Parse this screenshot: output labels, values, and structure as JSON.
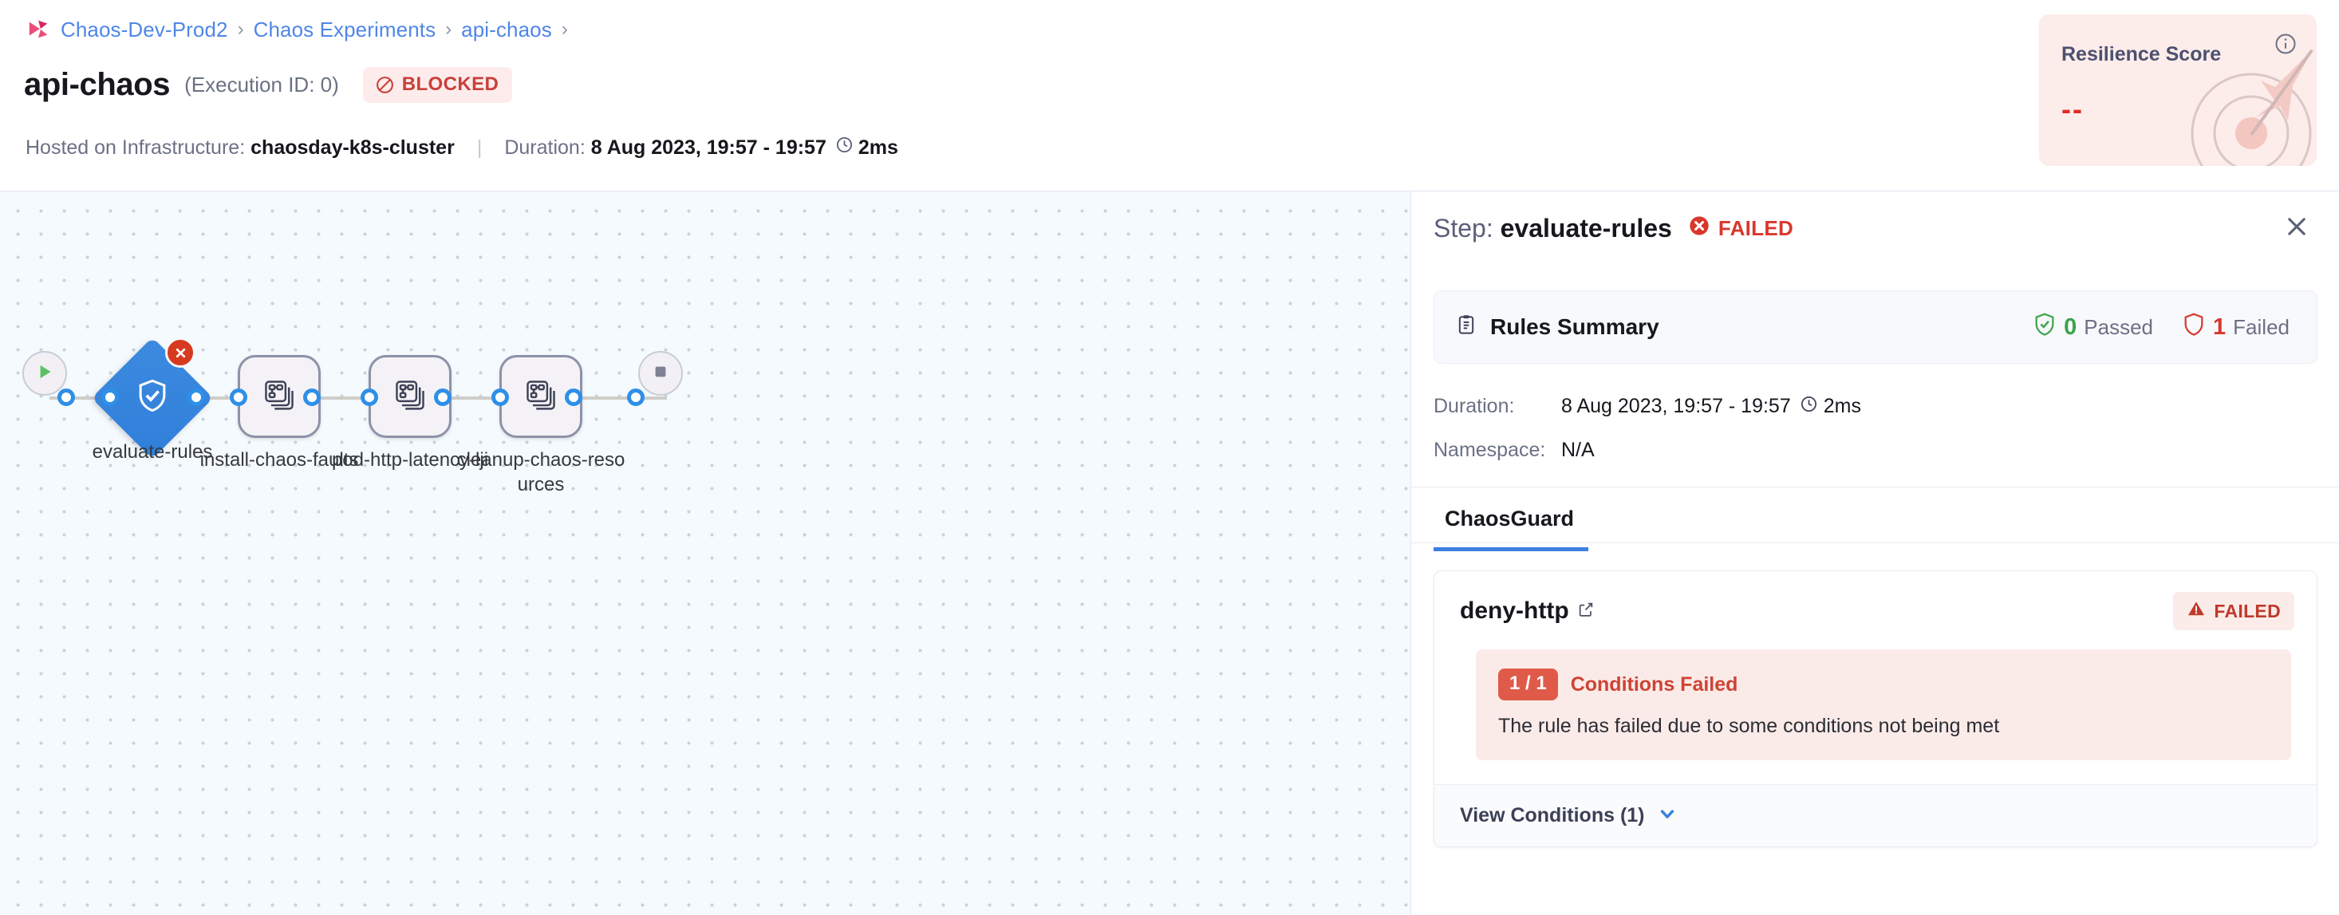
{
  "breadcrumb": {
    "logo_icon": "harness-chaos-logo-icon",
    "items": [
      {
        "label": "Chaos-Dev-Prod2"
      },
      {
        "label": "Chaos Experiments"
      },
      {
        "label": "api-chaos"
      }
    ],
    "separator": "›",
    "trailing_separator": "›"
  },
  "header": {
    "title": "api-chaos",
    "execution_id": "(Execution ID: 0)",
    "status_badge": {
      "label": "BLOCKED",
      "icon": "blocked-icon",
      "color": "#c9403a",
      "bg": "#fdeceb"
    },
    "infrastructure_label": "Hosted on Infrastructure:",
    "infrastructure_value": "chaosday-k8s-cluster",
    "duration_label": "Duration:",
    "duration_value": "8 Aug 2023, 19:57 - 19:57",
    "duration_clock_icon": "clock-icon",
    "duration_elapsed": "2ms"
  },
  "resilience": {
    "title": "Resilience Score",
    "value": "--",
    "info_icon": "info-icon",
    "art_icon": "target-dart-icon",
    "bg": "#fcecea",
    "value_color": "#e02d22"
  },
  "graph": {
    "start_node": {
      "name": "start-node",
      "icon": "play-icon"
    },
    "end_node": {
      "name": "end-node",
      "icon": "stop-icon"
    },
    "nodes": [
      {
        "id": "evaluate-rules",
        "label": "evaluate-rules",
        "type": "chaosguard",
        "icon": "shield-check-icon",
        "status": "failed",
        "status_icon": "error-x-icon",
        "selected": true
      },
      {
        "id": "install-chaos-faults",
        "label": "install-chaos-faults",
        "type": "step",
        "icon": "chaos-fault-icon",
        "status": "not-started"
      },
      {
        "id": "pod-http-latency-lji",
        "label": "pod-http-latency-lji",
        "type": "step",
        "icon": "chaos-fault-icon",
        "status": "not-started"
      },
      {
        "id": "cleanup-chaos-resources",
        "label": "cleanup-chaos-resources",
        "type": "step",
        "icon": "chaos-fault-icon",
        "status": "not-started"
      }
    ]
  },
  "panel": {
    "step_prefix": "Step:",
    "step_name": "evaluate-rules",
    "step_status": "FAILED",
    "step_status_icon": "error-x-icon",
    "close_icon": "close-icon",
    "rules_summary": {
      "icon": "clipboard-icon",
      "title": "Rules Summary",
      "passed_count": "0",
      "passed_label": "Passed",
      "passed_icon": "shield-check-icon",
      "failed_count": "1",
      "failed_label": "Failed",
      "failed_icon": "shield-outline-icon"
    },
    "details": {
      "duration_key": "Duration:",
      "duration_value": "8 Aug 2023, 19:57 - 19:57",
      "duration_clock_icon": "clock-icon",
      "duration_elapsed": "2ms",
      "namespace_key": "Namespace:",
      "namespace_value": "N/A"
    },
    "tabs": [
      {
        "id": "chaosguard",
        "label": "ChaosGuard",
        "active": true
      }
    ],
    "rule": {
      "name": "deny-http",
      "external_link_icon": "external-link-icon",
      "badge_label": "FAILED",
      "badge_icon": "warning-triangle-icon",
      "conditions_pill": "1 / 1",
      "conditions_title": "Conditions Failed",
      "conditions_desc": "The rule has failed due to some conditions not being met",
      "view_conditions_label": "View Conditions (1)",
      "view_conditions_icon": "chevron-down-icon"
    }
  }
}
